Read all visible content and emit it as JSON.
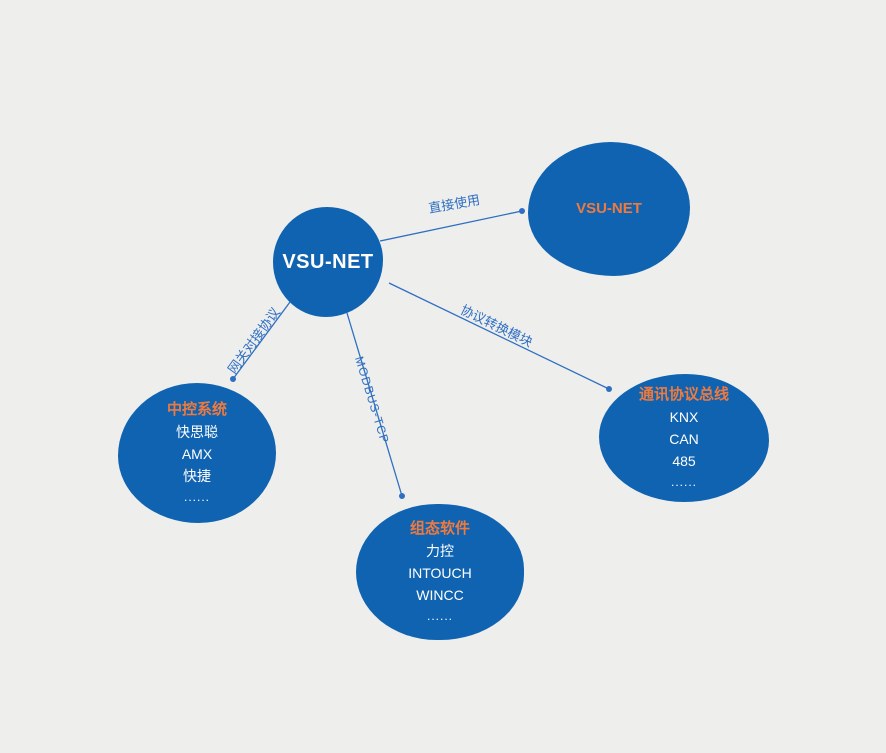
{
  "colors": {
    "node_blue": "#1063b1",
    "connector_blue": "#2e6fc2",
    "accent_orange": "#f07a3d",
    "node_text_white": "#ffffff",
    "canvas_bg": "#eeeeed"
  },
  "center_node": {
    "label": "VSU-NET"
  },
  "nodes": {
    "direct": {
      "title": "VSU-NET"
    },
    "central_control": {
      "title": "中控系统",
      "items": [
        "快思聪",
        "AMX",
        "快捷",
        "......"
      ]
    },
    "scada": {
      "title": "组态软件",
      "items": [
        "力控",
        "INTOUCH",
        "WINCC",
        "......"
      ]
    },
    "protocol_bus": {
      "title": "通讯协议总线",
      "items": [
        "KNX",
        "CAN",
        "485",
        "......"
      ]
    }
  },
  "edges": {
    "direct_use": {
      "label": "直接使用"
    },
    "gateway_protocol": {
      "label": "网关对接协议"
    },
    "modbus_tcp": {
      "label": "MODBUS-TCP"
    },
    "protocol_module": {
      "label": "协议转换模块"
    }
  }
}
